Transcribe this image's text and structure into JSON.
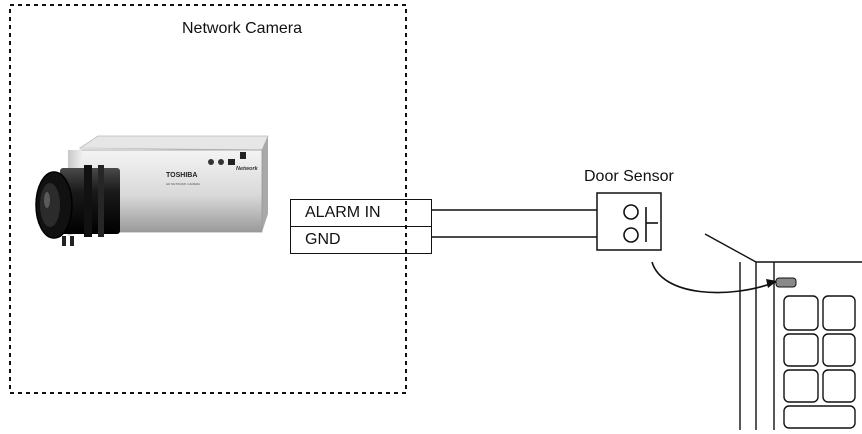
{
  "diagram": {
    "camera_box_label": "Network Camera",
    "camera_brand": "TOSHIBA",
    "camera_model_text": "Network",
    "terminals": [
      {
        "label": "ALARM IN"
      },
      {
        "label": "GND"
      }
    ],
    "sensor_label": "Door Sensor"
  }
}
